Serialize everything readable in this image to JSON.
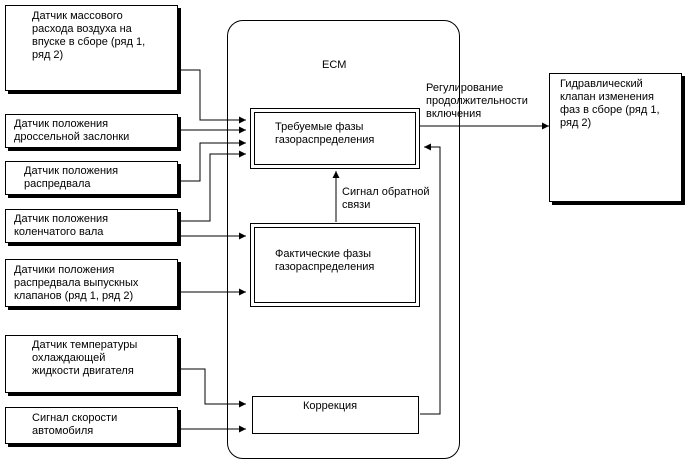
{
  "inputs": {
    "maf": "Датчик массового\nрасхода воздуха на\nвпуске в сборе (ряд 1,\nряд 2)",
    "throttle": "Датчик положения\nдроссельной заслонки",
    "camshaft": "Датчик положения\nраспредвала",
    "crankshaft": "Датчик положения\nколенчатого вала",
    "exhaust_cam": "Датчики положения\nраспредвала выпускных\nклапанов (ряд 1, ряд 2)",
    "coolant": "Датчик температуры\nохлаждающей\nжидкости двигателя",
    "speed": "Сигнал скорости\nавтомобиля"
  },
  "ecm": {
    "title": "ECM",
    "target": "Требуемые фазы\nгазораспределения",
    "actual": "Фактические фазы\nгазораспределения",
    "feedback": "Сигнал обратной\nсвязи",
    "correction": "Коррекция"
  },
  "duty_label": "Регулирование\nпродолжительности\nвключения",
  "output": "Гидравлический\nклапан изменения\nфаз в сборе (ряд 1,\nряд 2)"
}
